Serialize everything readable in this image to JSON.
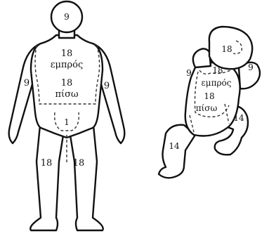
{
  "adult": {
    "head": "9",
    "trunk_front_value": "18",
    "trunk_front_label": "εμπρός",
    "trunk_back_value": "18",
    "trunk_back_label": "πίσω",
    "left_arm": "9",
    "right_arm": "9",
    "genital": "1",
    "left_leg": "18",
    "right_leg": "18"
  },
  "infant": {
    "head": "18",
    "left_arm": "9",
    "right_arm": "9",
    "trunk_front_value": "18",
    "trunk_front_label": "εμπρός",
    "trunk_back_value": "18",
    "trunk_back_label": "πίσω",
    "right_leg": "14",
    "left_leg": "14"
  }
}
